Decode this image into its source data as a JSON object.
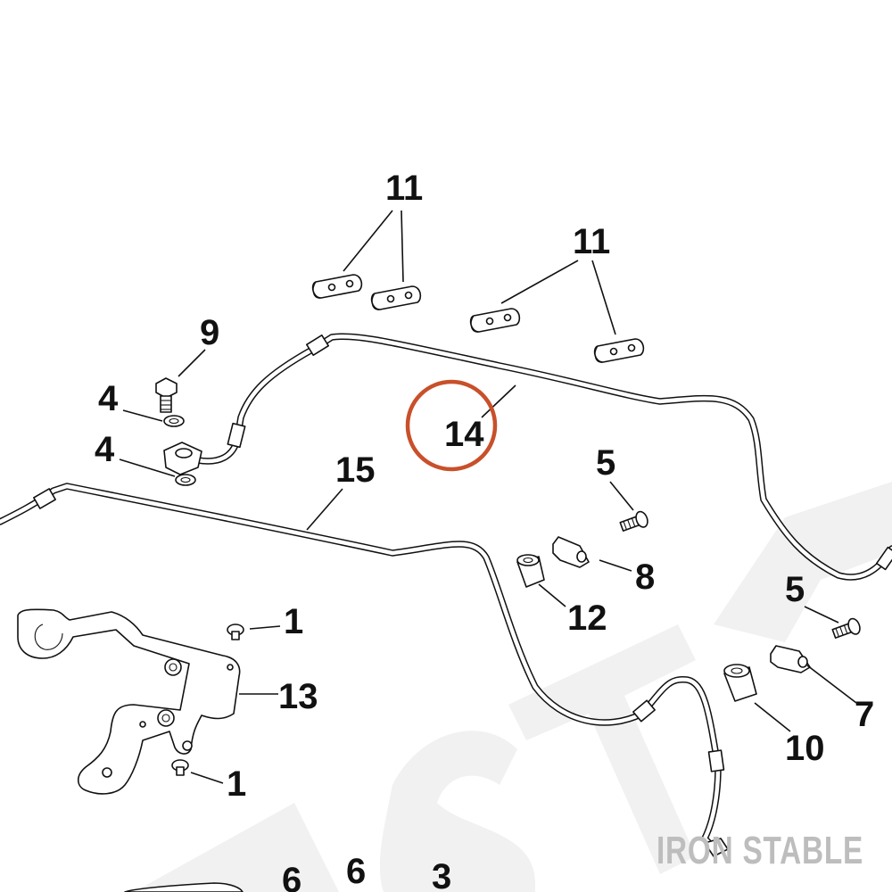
{
  "diagram": {
    "highlight_color": "#c8502a",
    "watermark": "IRON STABLE",
    "callouts": [
      {
        "id": "c11a",
        "label": "11"
      },
      {
        "id": "c11b",
        "label": "11"
      },
      {
        "id": "c9",
        "label": "9"
      },
      {
        "id": "c4a",
        "label": "4"
      },
      {
        "id": "c4b",
        "label": "4"
      },
      {
        "id": "c14",
        "label": "14"
      },
      {
        "id": "c15",
        "label": "15"
      },
      {
        "id": "c5a",
        "label": "5"
      },
      {
        "id": "c8",
        "label": "8"
      },
      {
        "id": "c12",
        "label": "12"
      },
      {
        "id": "c5b",
        "label": "5"
      },
      {
        "id": "c1a",
        "label": "1"
      },
      {
        "id": "c13",
        "label": "13"
      },
      {
        "id": "c7",
        "label": "7"
      },
      {
        "id": "c10",
        "label": "10"
      },
      {
        "id": "c1b",
        "label": "1"
      },
      {
        "id": "c6a",
        "label": "6"
      },
      {
        "id": "c6b",
        "label": "6"
      },
      {
        "id": "c3",
        "label": "3"
      }
    ]
  }
}
